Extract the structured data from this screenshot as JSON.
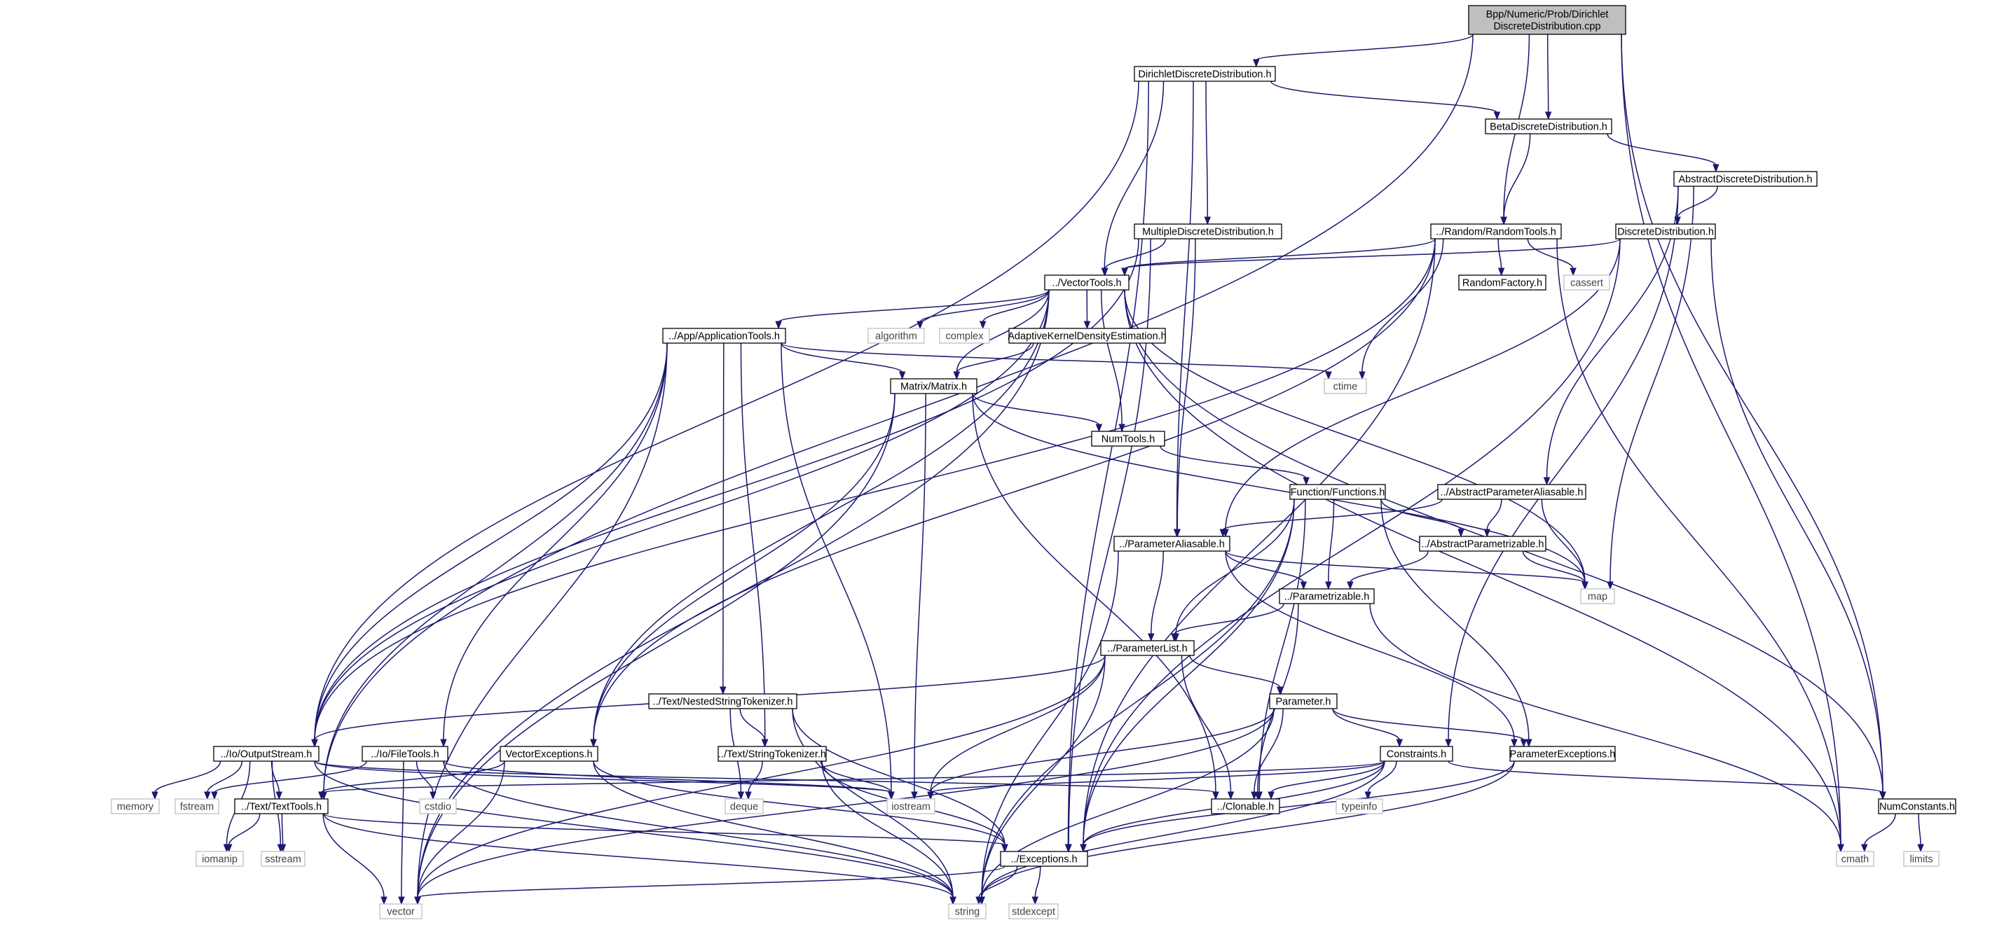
{
  "graph": {
    "nodes": [
      {
        "id": "root",
        "lines": [
          "Bpp/Numeric/Prob/Dirichlet",
          "DiscreteDistribution.cpp"
        ],
        "kind": "root"
      },
      {
        "id": "dirichlet_h",
        "lines": [
          "DirichletDiscreteDistribution.h"
        ],
        "kind": "hdr"
      },
      {
        "id": "beta",
        "lines": [
          "BetaDiscreteDistribution.h"
        ],
        "kind": "hdr"
      },
      {
        "id": "absdisc",
        "lines": [
          "AbstractDiscreteDistribution.h"
        ],
        "kind": "hdr"
      },
      {
        "id": "multi",
        "lines": [
          "MultipleDiscreteDistribution.h"
        ],
        "kind": "hdr"
      },
      {
        "id": "random",
        "lines": [
          "../Random/RandomTools.h"
        ],
        "kind": "hdr"
      },
      {
        "id": "discdist",
        "lines": [
          "DiscreteDistribution.h"
        ],
        "kind": "hdr"
      },
      {
        "id": "vectools",
        "lines": [
          "../VectorTools.h"
        ],
        "kind": "hdr"
      },
      {
        "id": "randfac",
        "lines": [
          "RandomFactory.h"
        ],
        "kind": "hdr"
      },
      {
        "id": "cassert",
        "lines": [
          "cassert"
        ],
        "kind": "ext"
      },
      {
        "id": "algorithm",
        "lines": [
          "algorithm"
        ],
        "kind": "ext"
      },
      {
        "id": "complex",
        "lines": [
          "complex"
        ],
        "kind": "ext"
      },
      {
        "id": "adaptive",
        "lines": [
          "AdaptiveKernelDensityEstimation.h"
        ],
        "kind": "hdr"
      },
      {
        "id": "apptools",
        "lines": [
          "../App/ApplicationTools.h"
        ],
        "kind": "hdr"
      },
      {
        "id": "ctime",
        "lines": [
          "ctime"
        ],
        "kind": "ext"
      },
      {
        "id": "matrix",
        "lines": [
          "Matrix/Matrix.h"
        ],
        "kind": "hdr"
      },
      {
        "id": "numtools",
        "lines": [
          "NumTools.h"
        ],
        "kind": "hdr"
      },
      {
        "id": "functions",
        "lines": [
          "Function/Functions.h"
        ],
        "kind": "hdr"
      },
      {
        "id": "abspa",
        "lines": [
          "../AbstractParameterAliasable.h"
        ],
        "kind": "hdr"
      },
      {
        "id": "paramal",
        "lines": [
          "../ParameterAliasable.h"
        ],
        "kind": "hdr"
      },
      {
        "id": "absparam",
        "lines": [
          "../AbstractParametrizable.h"
        ],
        "kind": "hdr"
      },
      {
        "id": "map",
        "lines": [
          "map"
        ],
        "kind": "ext"
      },
      {
        "id": "parametrizable",
        "lines": [
          "../Parametrizable.h"
        ],
        "kind": "hdr"
      },
      {
        "id": "paramlist",
        "lines": [
          "../ParameterList.h"
        ],
        "kind": "hdr"
      },
      {
        "id": "nested",
        "lines": [
          "../Text/NestedStringTokenizer.h"
        ],
        "kind": "hdr"
      },
      {
        "id": "parameter",
        "lines": [
          "Parameter.h"
        ],
        "kind": "hdr"
      },
      {
        "id": "outstream",
        "lines": [
          "../Io/OutputStream.h"
        ],
        "kind": "hdr"
      },
      {
        "id": "filetools",
        "lines": [
          "../Io/FileTools.h"
        ],
        "kind": "hdr"
      },
      {
        "id": "vecexc",
        "lines": [
          "VectorExceptions.h"
        ],
        "kind": "hdr"
      },
      {
        "id": "strtok",
        "lines": [
          "../Text/StringTokenizer.h"
        ],
        "kind": "hdr"
      },
      {
        "id": "constraints",
        "lines": [
          "Constraints.h"
        ],
        "kind": "hdr"
      },
      {
        "id": "paramexc",
        "lines": [
          "ParameterExceptions.h"
        ],
        "kind": "hdr"
      },
      {
        "id": "memory",
        "lines": [
          "memory"
        ],
        "kind": "ext"
      },
      {
        "id": "fstream",
        "lines": [
          "fstream"
        ],
        "kind": "ext"
      },
      {
        "id": "texttools",
        "lines": [
          "../Text/TextTools.h"
        ],
        "kind": "hdr"
      },
      {
        "id": "cstdio",
        "lines": [
          "cstdio"
        ],
        "kind": "ext"
      },
      {
        "id": "deque",
        "lines": [
          "deque"
        ],
        "kind": "ext"
      },
      {
        "id": "iostream",
        "lines": [
          "iostream"
        ],
        "kind": "ext"
      },
      {
        "id": "clonable",
        "lines": [
          "../Clonable.h"
        ],
        "kind": "hdr"
      },
      {
        "id": "typeinfo",
        "lines": [
          "typeinfo"
        ],
        "kind": "ext"
      },
      {
        "id": "numconst",
        "lines": [
          "NumConstants.h"
        ],
        "kind": "hdr"
      },
      {
        "id": "iomanip",
        "lines": [
          "iomanip"
        ],
        "kind": "ext"
      },
      {
        "id": "sstream",
        "lines": [
          "sstream"
        ],
        "kind": "ext"
      },
      {
        "id": "exceptions",
        "lines": [
          "../Exceptions.h"
        ],
        "kind": "hdr"
      },
      {
        "id": "cmath",
        "lines": [
          "cmath"
        ],
        "kind": "ext"
      },
      {
        "id": "limits",
        "lines": [
          "limits"
        ],
        "kind": "ext"
      },
      {
        "id": "vector",
        "lines": [
          "vector"
        ],
        "kind": "ext"
      },
      {
        "id": "string",
        "lines": [
          "string"
        ],
        "kind": "ext"
      },
      {
        "id": "stdexcept",
        "lines": [
          "stdexcept"
        ],
        "kind": "ext"
      }
    ],
    "edges": [
      [
        "root",
        "dirichlet_h"
      ],
      [
        "root",
        "beta"
      ],
      [
        "root",
        "random"
      ],
      [
        "root",
        "numconst"
      ],
      [
        "root",
        "cmath"
      ],
      [
        "root",
        "texttools"
      ],
      [
        "dirichlet_h",
        "beta"
      ],
      [
        "dirichlet_h",
        "multi"
      ],
      [
        "dirichlet_h",
        "vectools"
      ],
      [
        "dirichlet_h",
        "outstream"
      ],
      [
        "dirichlet_h",
        "exceptions"
      ],
      [
        "dirichlet_h",
        "paramal"
      ],
      [
        "beta",
        "absdisc"
      ],
      [
        "beta",
        "random"
      ],
      [
        "absdisc",
        "discdist"
      ],
      [
        "absdisc",
        "abspa"
      ],
      [
        "absdisc",
        "map"
      ],
      [
        "absdisc",
        "constraints"
      ],
      [
        "multi",
        "vectools"
      ],
      [
        "multi",
        "outstream"
      ],
      [
        "multi",
        "paramal"
      ],
      [
        "multi",
        "exceptions"
      ],
      [
        "discdist",
        "vectools"
      ],
      [
        "discdist",
        "numconst"
      ],
      [
        "discdist",
        "paramal"
      ],
      [
        "discdist",
        "exceptions"
      ],
      [
        "random",
        "randfac"
      ],
      [
        "random",
        "cassert"
      ],
      [
        "random",
        "ctime"
      ],
      [
        "random",
        "vectools"
      ],
      [
        "random",
        "cmath"
      ],
      [
        "random",
        "exceptions"
      ],
      [
        "random",
        "vecexc"
      ],
      [
        "random",
        "outstream"
      ],
      [
        "vectools",
        "algorithm"
      ],
      [
        "vectools",
        "complex"
      ],
      [
        "vectools",
        "adaptive"
      ],
      [
        "vectools",
        "apptools"
      ],
      [
        "vectools",
        "matrix"
      ],
      [
        "vectools",
        "numtools"
      ],
      [
        "vectools",
        "vecexc"
      ],
      [
        "vectools",
        "outstream"
      ],
      [
        "vectools",
        "vector"
      ],
      [
        "vectools",
        "cmath"
      ],
      [
        "vectools",
        "map"
      ],
      [
        "vectools",
        "numconst"
      ],
      [
        "adaptive",
        "matrix"
      ],
      [
        "apptools",
        "ctime"
      ],
      [
        "apptools",
        "matrix"
      ],
      [
        "apptools",
        "nested"
      ],
      [
        "apptools",
        "strtok"
      ],
      [
        "apptools",
        "iostream"
      ],
      [
        "apptools",
        "outstream"
      ],
      [
        "apptools",
        "filetools"
      ],
      [
        "apptools",
        "texttools"
      ],
      [
        "apptools",
        "vector"
      ],
      [
        "matrix",
        "numtools"
      ],
      [
        "matrix",
        "vecexc"
      ],
      [
        "matrix",
        "iostream"
      ],
      [
        "matrix",
        "clonable"
      ],
      [
        "matrix",
        "vector"
      ],
      [
        "matrix",
        "map"
      ],
      [
        "numtools",
        "functions"
      ],
      [
        "functions",
        "paramlist"
      ],
      [
        "functions",
        "parametrizable"
      ],
      [
        "functions",
        "absparam"
      ],
      [
        "functions",
        "paramexc"
      ],
      [
        "functions",
        "clonable"
      ],
      [
        "functions",
        "exceptions"
      ],
      [
        "functions",
        "string"
      ],
      [
        "abspa",
        "paramal"
      ],
      [
        "abspa",
        "absparam"
      ],
      [
        "abspa",
        "map"
      ],
      [
        "paramal",
        "parametrizable"
      ],
      [
        "paramal",
        "paramlist"
      ],
      [
        "paramal",
        "paramexc"
      ],
      [
        "paramal",
        "map"
      ],
      [
        "paramal",
        "string"
      ],
      [
        "absparam",
        "parametrizable"
      ],
      [
        "absparam",
        "map"
      ],
      [
        "parametrizable",
        "paramlist"
      ],
      [
        "parametrizable",
        "clonable"
      ],
      [
        "parametrizable",
        "cmath"
      ],
      [
        "paramlist",
        "parameter"
      ],
      [
        "paramlist",
        "clonable"
      ],
      [
        "paramlist",
        "outstream"
      ],
      [
        "paramlist",
        "iostream"
      ],
      [
        "paramlist",
        "vector"
      ],
      [
        "paramlist",
        "string"
      ],
      [
        "parameter",
        "constraints"
      ],
      [
        "parameter",
        "paramexc"
      ],
      [
        "parameter",
        "clonable"
      ],
      [
        "parameter",
        "iostream"
      ],
      [
        "parameter",
        "vector"
      ],
      [
        "parameter",
        "string"
      ],
      [
        "constraints",
        "numconst"
      ],
      [
        "constraints",
        "clonable"
      ],
      [
        "constraints",
        "typeinfo"
      ],
      [
        "constraints",
        "iostream"
      ],
      [
        "constraints",
        "texttools"
      ],
      [
        "constraints",
        "exceptions"
      ],
      [
        "constraints",
        "string"
      ],
      [
        "paramexc",
        "exceptions"
      ],
      [
        "paramexc",
        "string"
      ],
      [
        "outstream",
        "memory"
      ],
      [
        "outstream",
        "fstream"
      ],
      [
        "outstream",
        "iostream"
      ],
      [
        "outstream",
        "iomanip"
      ],
      [
        "outstream",
        "sstream"
      ],
      [
        "outstream",
        "texttools"
      ],
      [
        "outstream",
        "clonable"
      ],
      [
        "outstream",
        "string"
      ],
      [
        "filetools",
        "fstream"
      ],
      [
        "filetools",
        "cstdio"
      ],
      [
        "filetools",
        "iostream"
      ],
      [
        "filetools",
        "vector"
      ],
      [
        "filetools",
        "string"
      ],
      [
        "vecexc",
        "exceptions"
      ],
      [
        "vecexc",
        "texttools"
      ],
      [
        "vecexc",
        "vector"
      ],
      [
        "vecexc",
        "string"
      ],
      [
        "nested",
        "strtok"
      ],
      [
        "nested",
        "deque"
      ],
      [
        "nested",
        "exceptions"
      ],
      [
        "nested",
        "string"
      ],
      [
        "strtok",
        "deque"
      ],
      [
        "strtok",
        "iostream"
      ],
      [
        "strtok",
        "exceptions"
      ],
      [
        "strtok",
        "string"
      ],
      [
        "texttools",
        "exceptions"
      ],
      [
        "texttools",
        "iomanip"
      ],
      [
        "texttools",
        "sstream"
      ],
      [
        "texttools",
        "vector"
      ],
      [
        "texttools",
        "string"
      ],
      [
        "exceptions",
        "stdexcept"
      ],
      [
        "exceptions",
        "vector"
      ],
      [
        "exceptions",
        "string"
      ],
      [
        "numconst",
        "cmath"
      ],
      [
        "numconst",
        "limits"
      ]
    ]
  }
}
